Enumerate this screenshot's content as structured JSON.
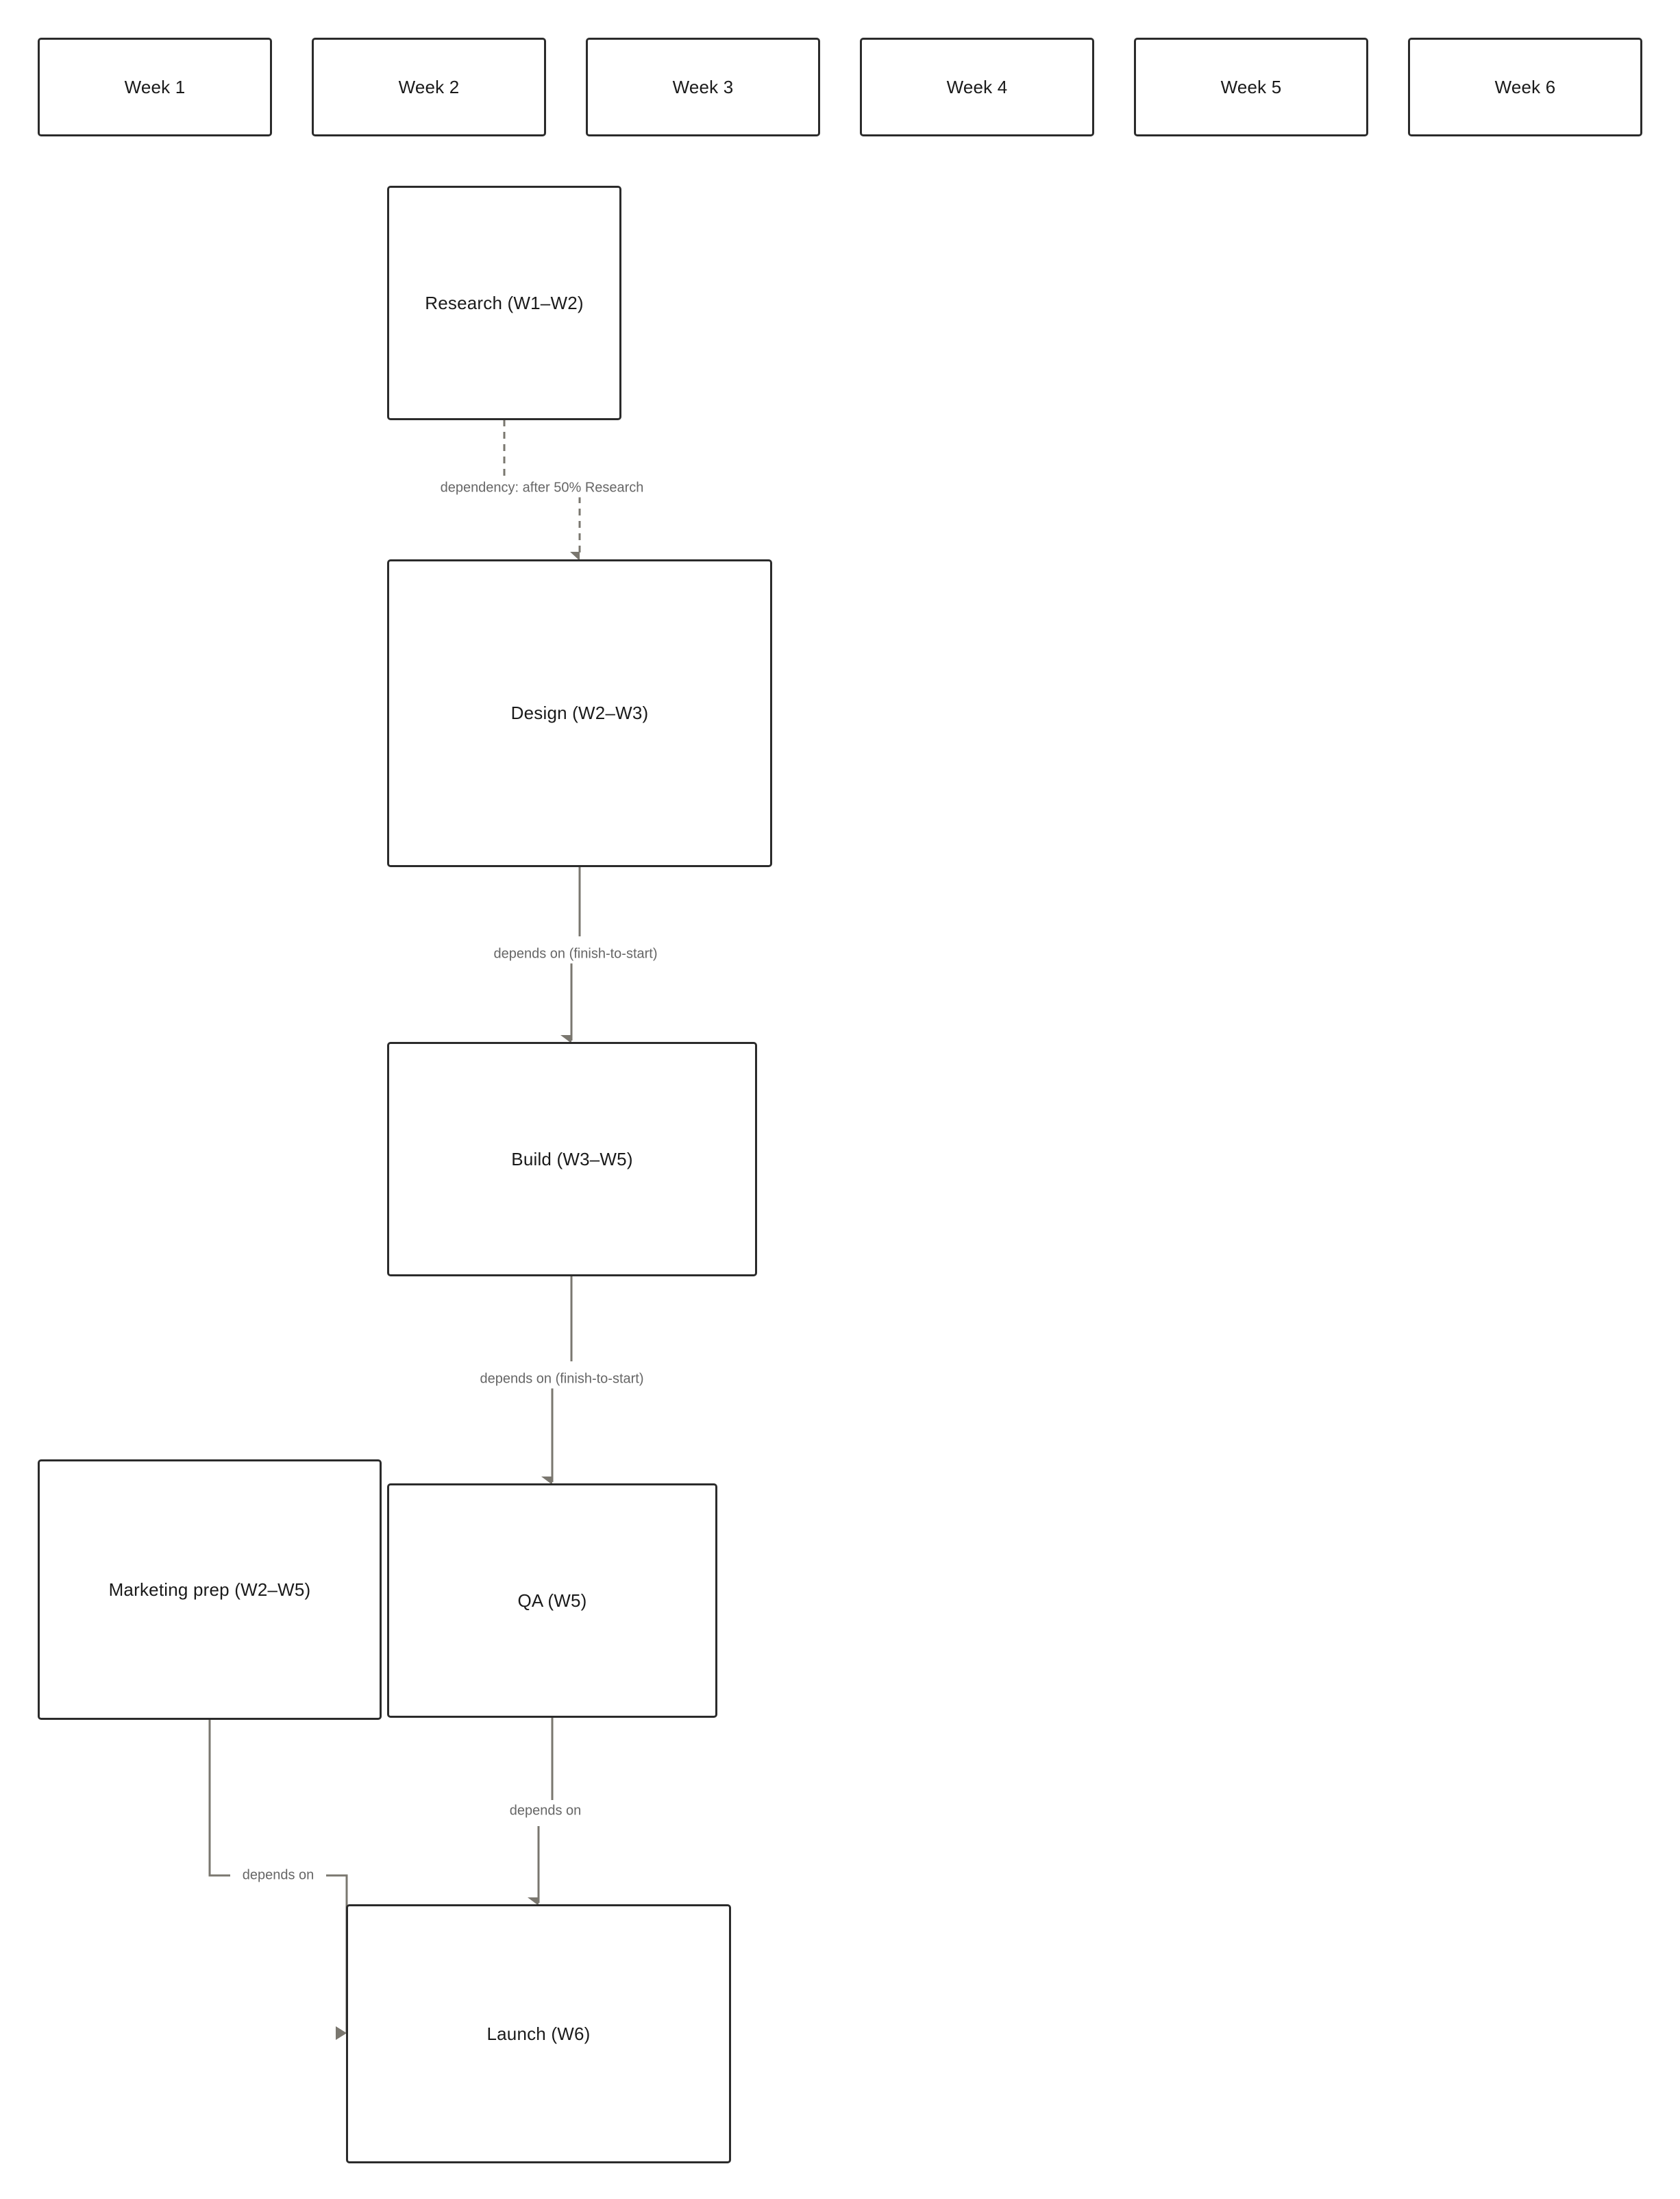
{
  "weeks": [
    "Week 1",
    "Week 2",
    "Week 3",
    "Week 4",
    "Week 5",
    "Week 6"
  ],
  "tasks": {
    "research": "Research (W1–W2)",
    "design": "Design (W2–W3)",
    "build": "Build (W3–W5)",
    "marketing": "Marketing prep (W2–W5)",
    "qa": "QA (W5)",
    "launch": "Launch (W6)"
  },
  "edges": {
    "research_design": "dependency: after 50% Research",
    "design_build": "depends on (finish-to-start)",
    "build_qa": "depends on (finish-to-start)",
    "qa_launch": "depends on",
    "marketing_launch": "depends on"
  },
  "colors": {
    "border": "#2b2b2b",
    "edge": "#7a776f",
    "label": "#666666"
  }
}
